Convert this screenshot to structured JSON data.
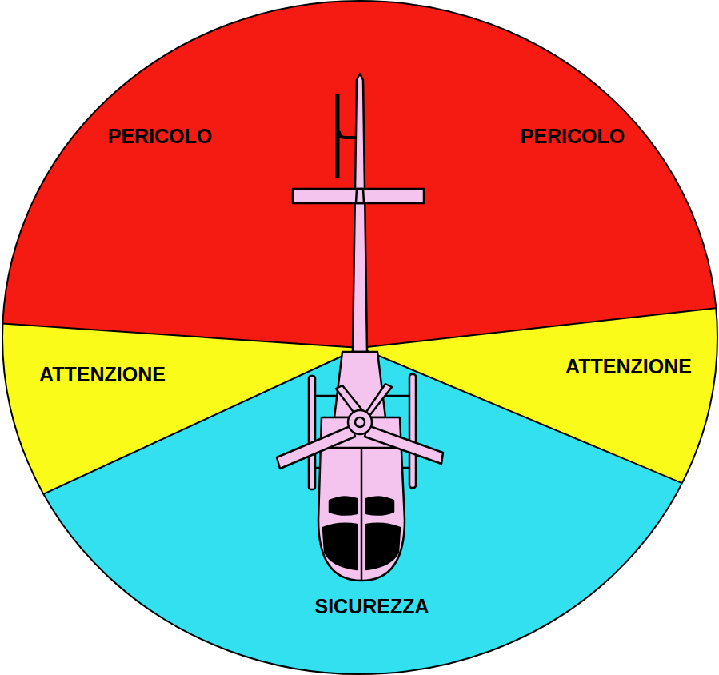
{
  "diagram": {
    "labels": [
      "PERICOLO",
      "PERICOLO",
      "ATTENZIONE",
      "ATTENZIONE",
      "SICUREZZA"
    ]
  }
}
